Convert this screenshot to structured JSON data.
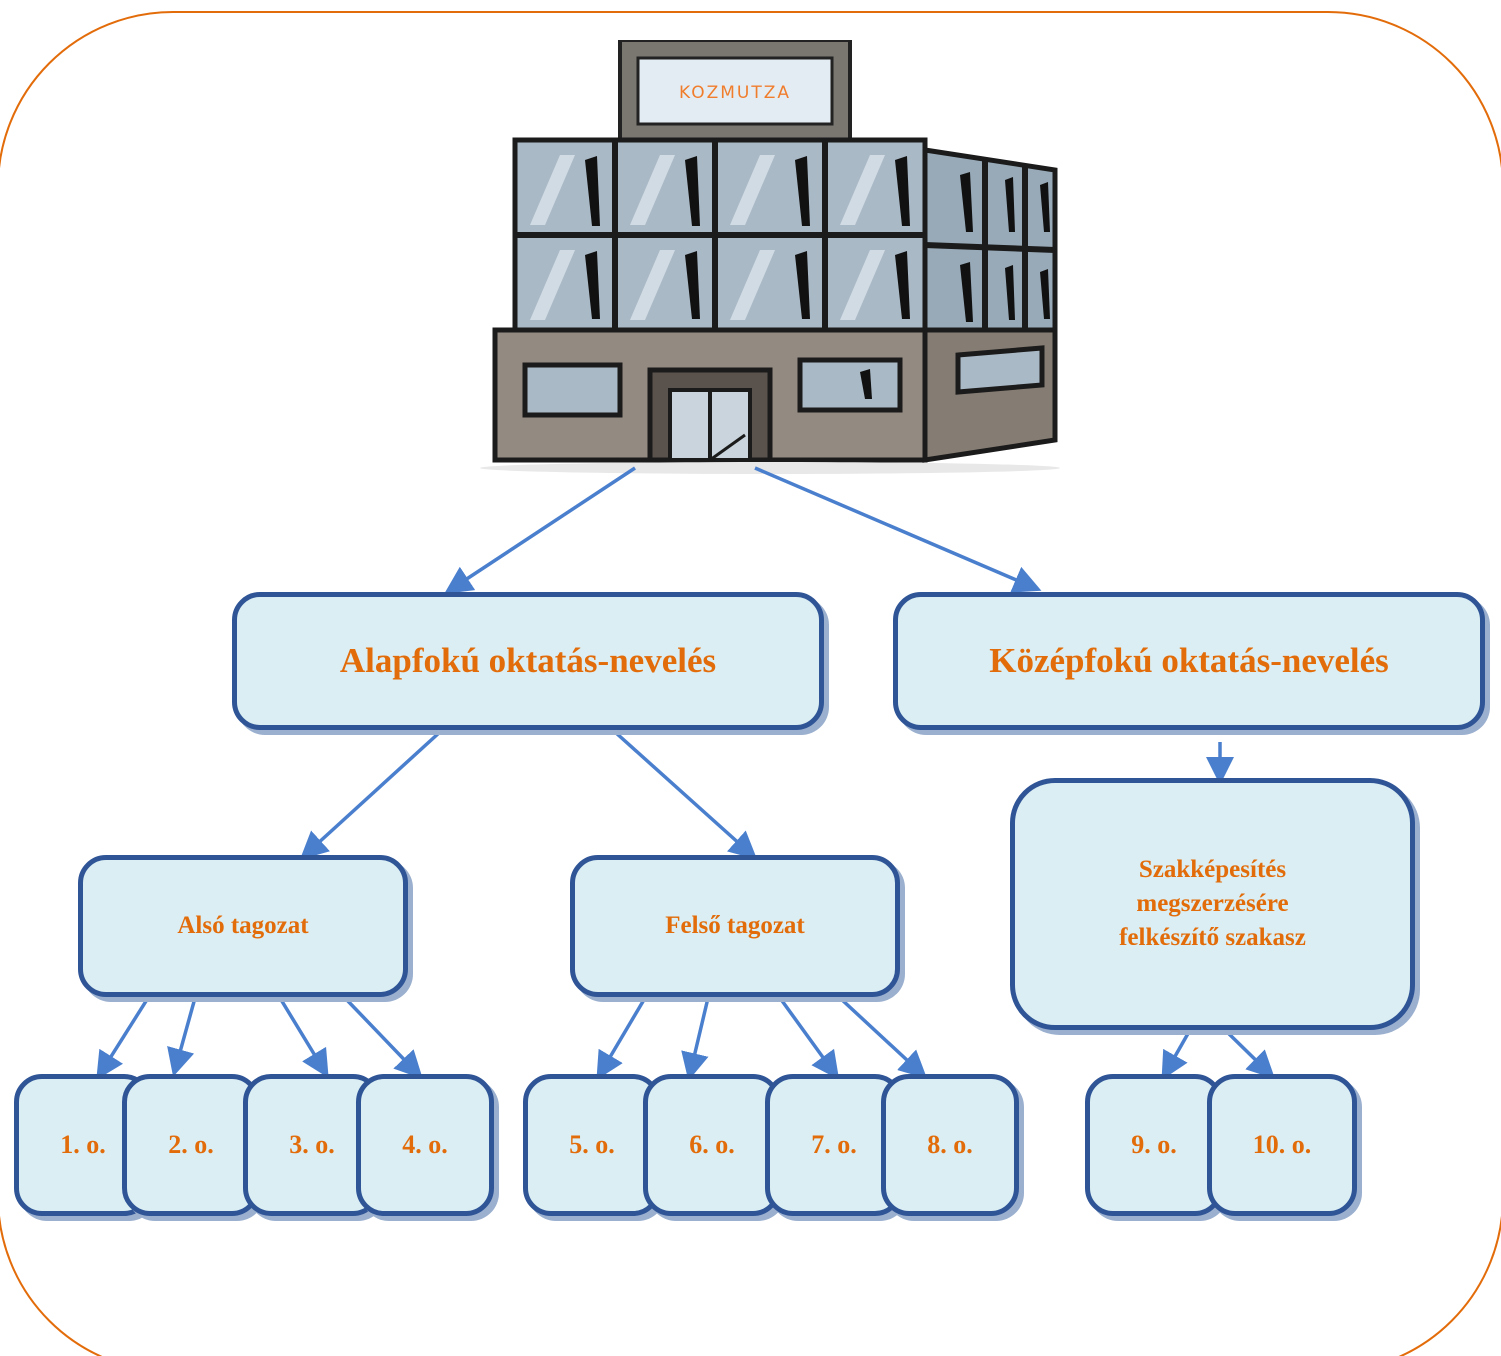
{
  "building": {
    "sign_text": "KOZMUTZA"
  },
  "level1": {
    "basic": "Alapfokú oktatás-nevelés",
    "secondary": "Középfokú oktatás-nevelés"
  },
  "level2": {
    "lower": "Alsó tagozat",
    "upper": "Felső tagozat",
    "vocational": "Szakképesítés\nmegszerzésére\nfelkészítő szakasz"
  },
  "grades": [
    "1. o.",
    "2. o.",
    "3. o.",
    "4. o.",
    "5. o.",
    "6. o.",
    "7. o.",
    "8. o.",
    "9. o.",
    "10. o."
  ],
  "colors": {
    "frame": "#e36c0a",
    "box_fill": "#daeef3",
    "box_border": "#2f5597",
    "arrow": "#4a7fce",
    "text": "#e36c0a"
  }
}
